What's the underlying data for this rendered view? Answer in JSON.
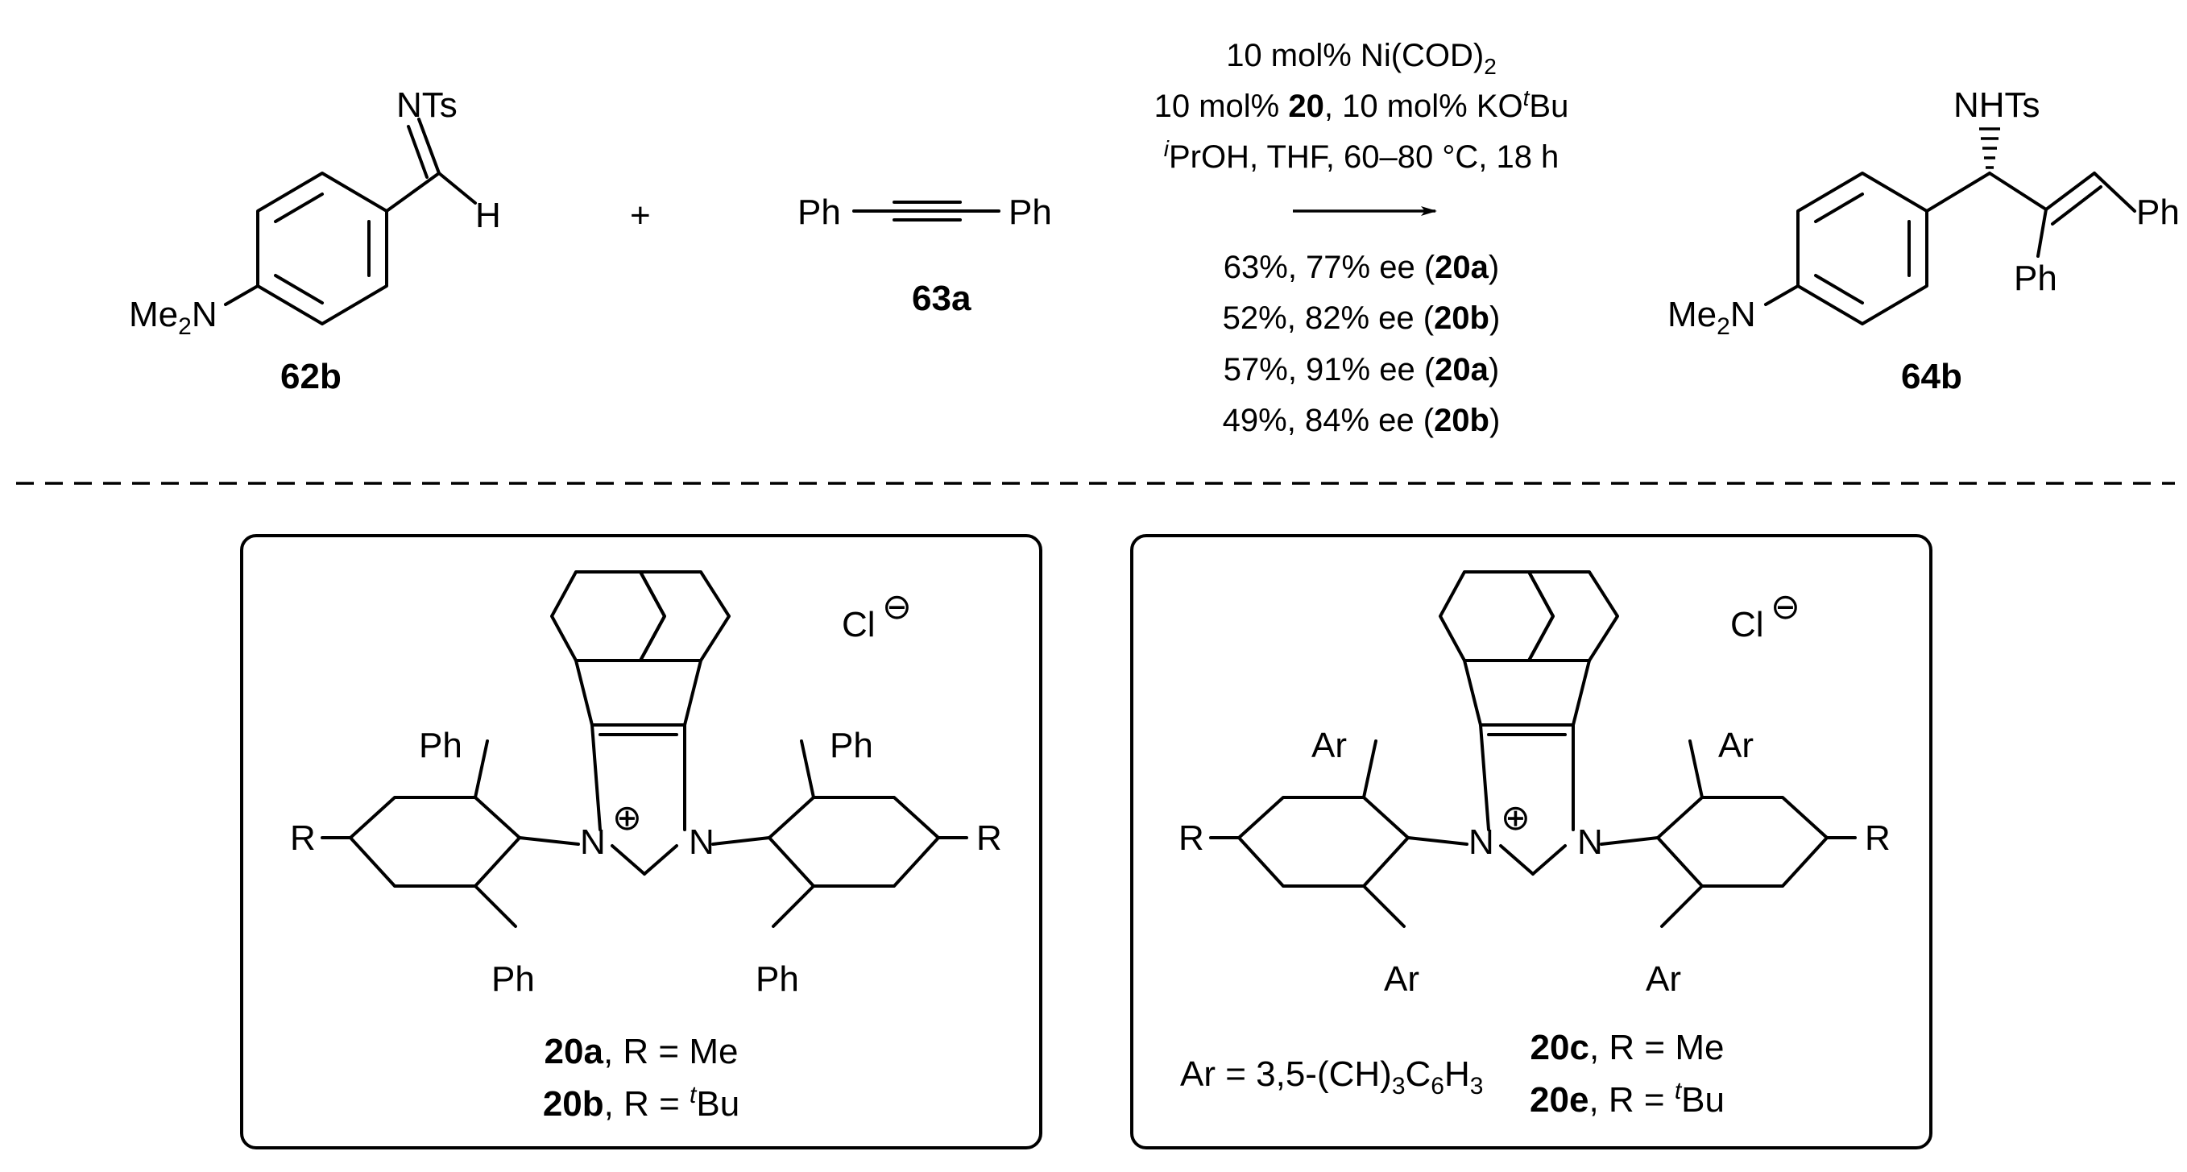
{
  "reaction": {
    "reactant1": {
      "substituent_top": "NTs",
      "substituent_h": "H",
      "amine": "Me2N",
      "id": "62b"
    },
    "plus": "+",
    "reactant2": {
      "left": "Ph",
      "right": "Ph",
      "id": "63a"
    },
    "conditions": {
      "line1_prefix": "10 mol% Ni(COD)",
      "line1_sub": "2",
      "line2_a": "10 mol% ",
      "line2_bold": "20",
      "line2_b": ", 10 mol% KO",
      "line2_sup": "t",
      "line2_c": "Bu",
      "line3_sup": "i",
      "line3_text": "PrOH, THF,  60–80 °C, 18 h"
    },
    "results": [
      {
        "text": "63%, 77% ee (",
        "ligand": "20a",
        "close": ")"
      },
      {
        "text": "52%, 82% ee (",
        "ligand": "20b",
        "close": ")"
      },
      {
        "text": "57%, 91% ee (",
        "ligand": "20a",
        "close": ")"
      },
      {
        "text": "49%, 84% ee (",
        "ligand": "20b",
        "close": ")"
      }
    ],
    "product": {
      "nhts": "NHTs",
      "ph_right": "Ph",
      "ph_bottom": "Ph",
      "amine": "Me2N",
      "id": "64b"
    }
  },
  "ligand_box_left": {
    "counterion": "Cl",
    "charge_symbol": "⊖",
    "cation_symbol": "⊕",
    "n_left": "N",
    "n_right": "N",
    "ph_labels": [
      "Ph",
      "Ph",
      "Ph",
      "Ph"
    ],
    "r_left": "R",
    "r_right": "R",
    "entry1_id": "20a",
    "entry1_text": ", R = Me",
    "entry2_id": "20b",
    "entry2_text_a": ", R = ",
    "entry2_sup": "t",
    "entry2_text_b": "Bu"
  },
  "ligand_box_right": {
    "counterion": "Cl",
    "charge_symbol": "⊖",
    "cation_symbol": "⊕",
    "n_left": "N",
    "n_right": "N",
    "ar_labels": [
      "Ar",
      "Ar",
      "Ar",
      "Ar"
    ],
    "r_left": "R",
    "r_right": "R",
    "ar_def_a": "Ar = 3,5-(CH)",
    "ar_def_sub1": "3",
    "ar_def_b": "C",
    "ar_def_sub2": "6",
    "ar_def_c": "H",
    "ar_def_sub3": "3",
    "entry1_id": "20c",
    "entry1_text": ", R = Me",
    "entry2_id": "20e",
    "entry2_text_a": ", R = ",
    "entry2_sup": "t",
    "entry2_text_b": "Bu"
  }
}
